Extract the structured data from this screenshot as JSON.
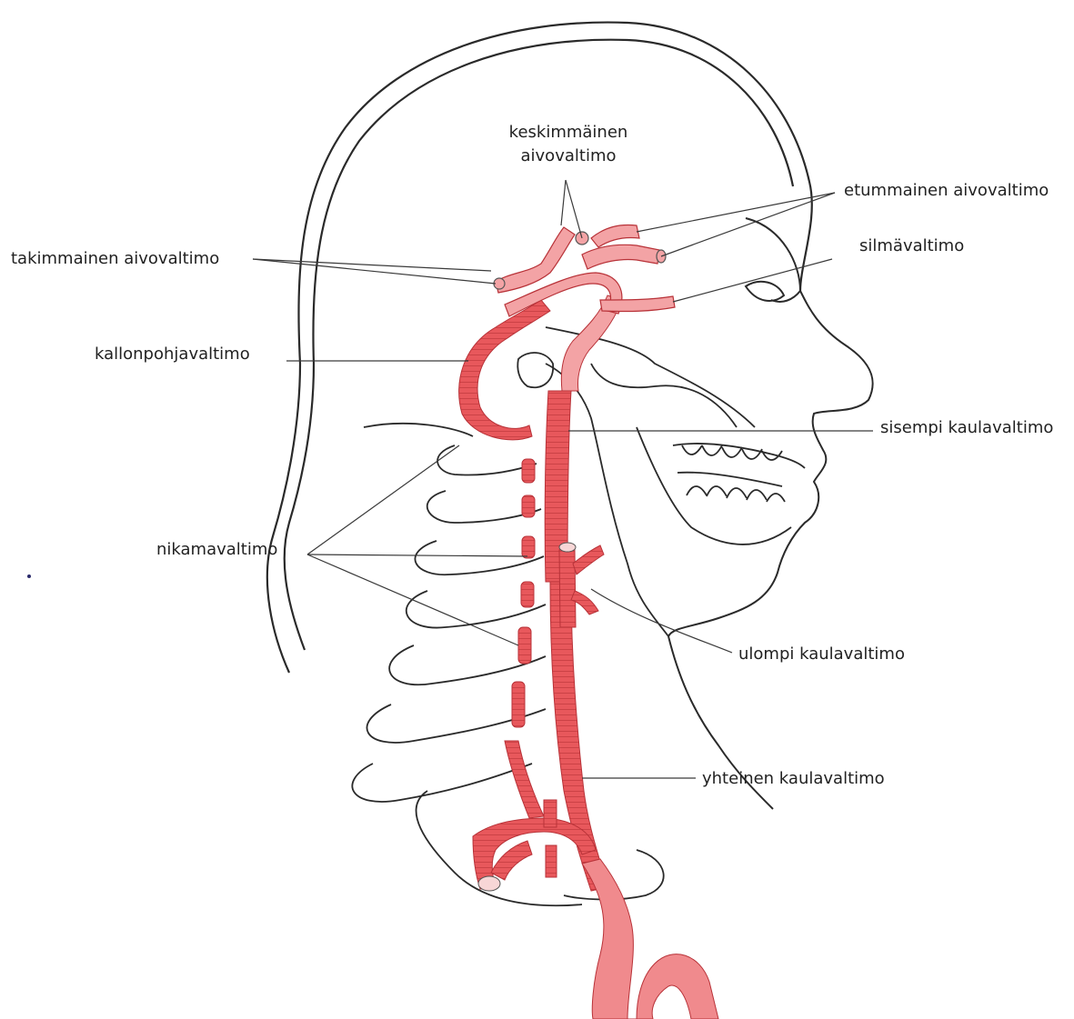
{
  "labels": {
    "middle_cerebral_line1": "keskimmäinen",
    "middle_cerebral_line2": "aivovaltimo",
    "anterior_cerebral": "etummainen aivovaltimo",
    "posterior_cerebral": "takimmainen aivovaltimo",
    "ophthalmic": "silmävaltimo",
    "basilar": "kallonpohjavaltimo",
    "internal_carotid": "sisempi kaulavaltimo",
    "vertebral": "nikamavaltimo",
    "external_carotid": "ulompi kaulavaltimo",
    "common_carotid": "yhteinen kaulavaltimo"
  },
  "colors": {
    "outline": "#2a2a2a",
    "artery": "#e8585c",
    "artery_dark": "#b83238",
    "artery_light": "#f3a3a5",
    "leader": "#3a3a3a",
    "background": "#ffffff"
  }
}
